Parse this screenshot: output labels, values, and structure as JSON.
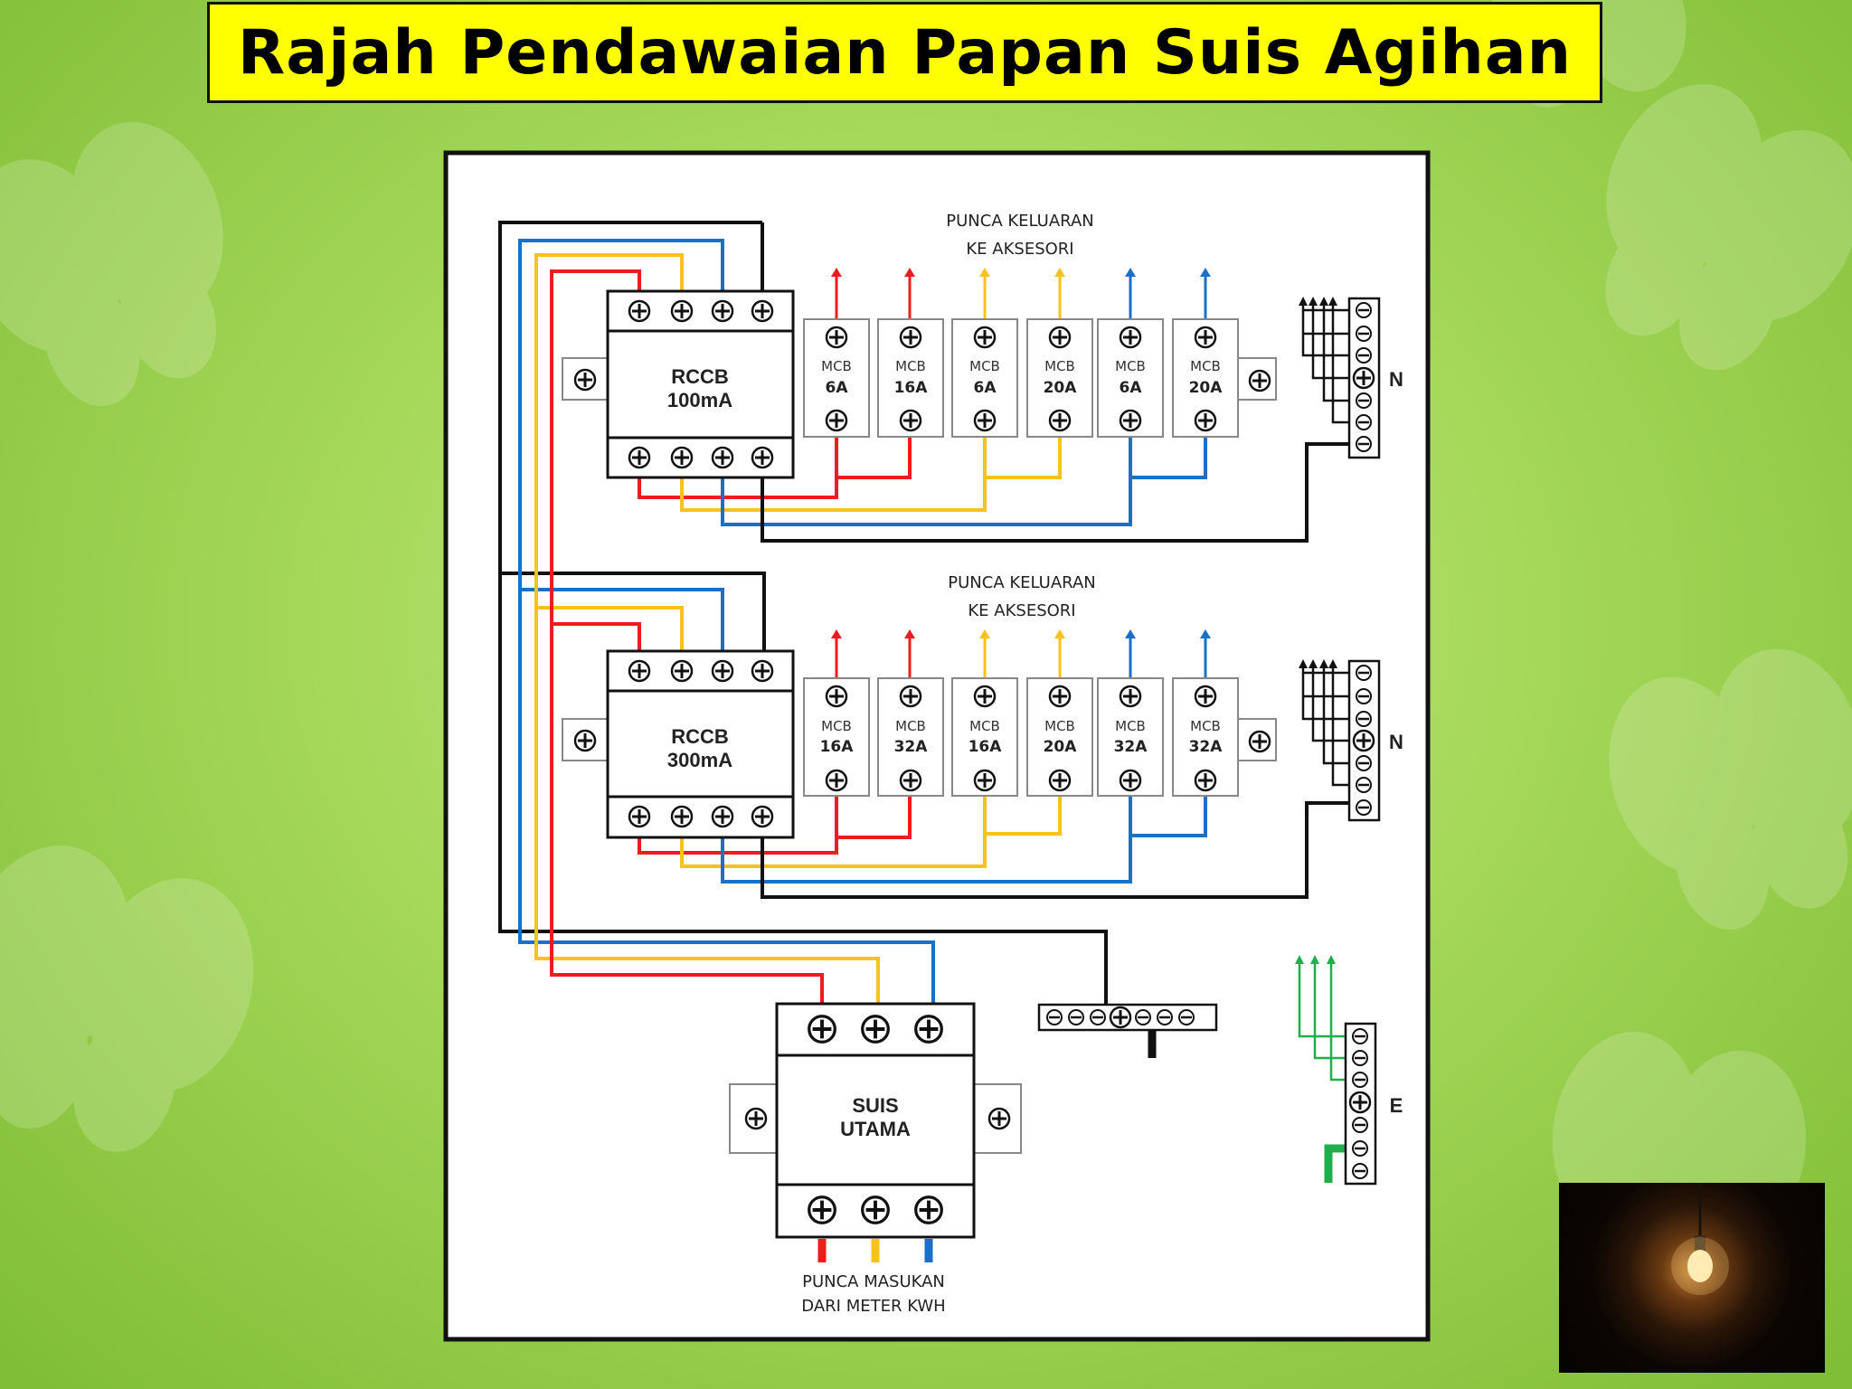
{
  "title": "Rajah Pendawaian Papan Suis Agihan",
  "colors": {
    "red": "#ee1c1c",
    "yellow": "#f7c21d",
    "blue": "#1b6fc7",
    "black": "#111111",
    "green": "#1fae4a",
    "title_bg": "#ffff00"
  },
  "upper": {
    "output_label_1": "PUNCA KELUARAN",
    "output_label_2": "KE AKSESORI",
    "rccb_label": "RCCB",
    "rccb_rating": "100mA",
    "mcbs": [
      {
        "label": "MCB",
        "rating": "6A"
      },
      {
        "label": "MCB",
        "rating": "16A"
      },
      {
        "label": "MCB",
        "rating": "6A"
      },
      {
        "label": "MCB",
        "rating": "20A"
      },
      {
        "label": "MCB",
        "rating": "6A"
      },
      {
        "label": "MCB",
        "rating": "20A"
      }
    ],
    "neutral_label": "N"
  },
  "lower": {
    "output_label_1": "PUNCA KELUARAN",
    "output_label_2": "KE AKSESORI",
    "rccb_label": "RCCB",
    "rccb_rating": "300mA",
    "mcbs": [
      {
        "label": "MCB",
        "rating": "16A"
      },
      {
        "label": "MCB",
        "rating": "32A"
      },
      {
        "label": "MCB",
        "rating": "16A"
      },
      {
        "label": "MCB",
        "rating": "20A"
      },
      {
        "label": "MCB",
        "rating": "32A"
      },
      {
        "label": "MCB",
        "rating": "32A"
      }
    ],
    "neutral_label": "N"
  },
  "main_switch": {
    "line1": "SUIS",
    "line2": "UTAMA"
  },
  "earth_label": "E",
  "input_label_1": "PUNCA MASUKAN",
  "input_label_2": "DARI METER KWH"
}
